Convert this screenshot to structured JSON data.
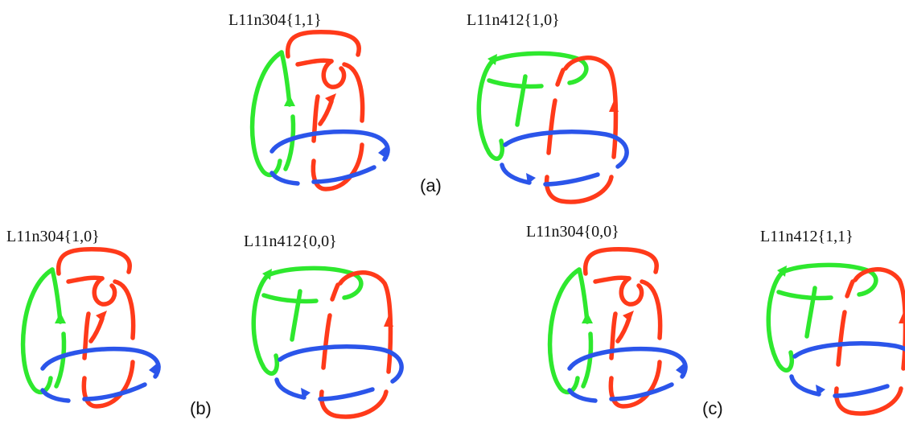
{
  "links": [
    {
      "name": "L11n304{1,1}"
    },
    {
      "name": "L11n412{1,0}"
    },
    {
      "name": "L11n304{1,0}"
    },
    {
      "name": "L11n412{0,0}"
    },
    {
      "name": "L11n304{0,0}"
    },
    {
      "name": "L11n412{1,1}"
    }
  ],
  "panels": [
    "(a)",
    "(b)",
    "(c)"
  ],
  "colors": {
    "component_1": "#2ee82e",
    "component_2": "#ff3a1a",
    "component_3": "#2b55ea"
  }
}
